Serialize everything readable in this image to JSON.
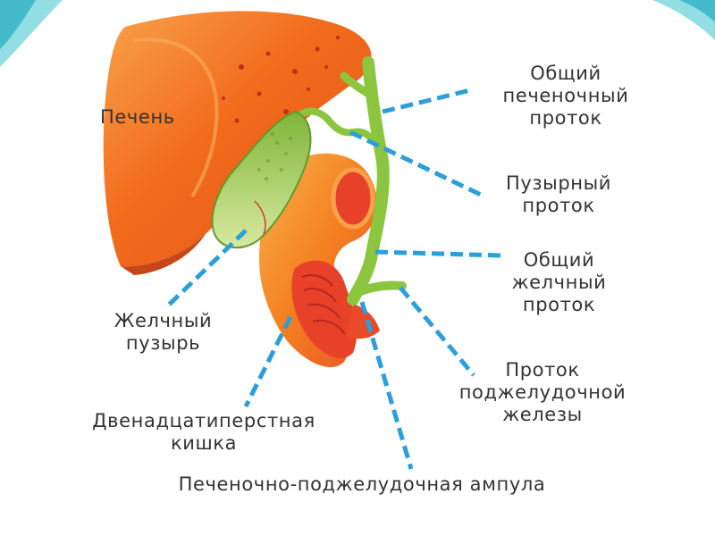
{
  "colors": {
    "liver": "#f26a1b",
    "liver_light": "#f7953e",
    "liver_dark": "#d9531a",
    "duodenum": "#f25a1e",
    "duodenum_inner": "#e8412a",
    "duct": "#8cc63f",
    "duct_dark": "#5f9a2a",
    "gallbladder": "#a4cc4a",
    "leader": "#2b9fd9",
    "text": "#333333",
    "accent_teal": "#3fb6c9"
  },
  "labels": {
    "liver": "Печень",
    "common_hepatic_duct": [
      "Общий",
      "печеночный",
      "проток"
    ],
    "cystic_duct": [
      "Пузырный",
      "проток"
    ],
    "common_bile_duct": [
      "Общий",
      "желчный",
      "проток"
    ],
    "gallbladder": [
      "Желчный",
      "пузырь"
    ],
    "pancreatic_duct": [
      "Проток",
      "поджелудочной",
      "железы"
    ],
    "duodenum": [
      "Двенадцатиперстная",
      "кишка"
    ],
    "ampulla": "Печеночно-поджелудочная ампула"
  }
}
